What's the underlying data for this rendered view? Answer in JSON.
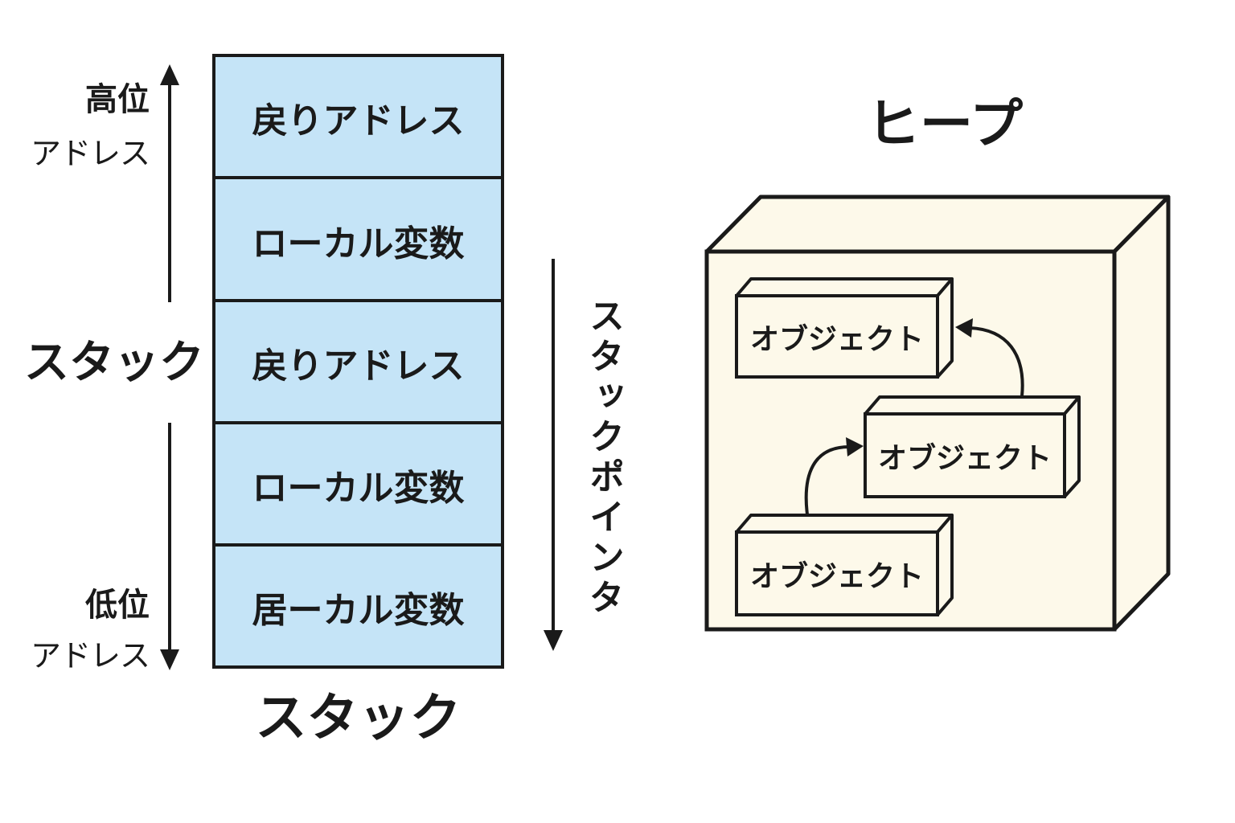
{
  "stack": {
    "side_label": "スタック",
    "bottom_label": "スタック",
    "high_label": "高位",
    "high_sub": "アドレス",
    "low_label": "低位",
    "low_sub": "アドレス",
    "pointer_label": "スタックポインタ",
    "cells": [
      "戻りアドレス",
      "ローカル変数",
      "戻りアドレス",
      "ローカル変数",
      "居ーカル変数"
    ],
    "cell_color": "#c5e4f7"
  },
  "heap": {
    "title": "ヒープ",
    "box_color": "#fdf9ea",
    "objects": [
      "オブジェクト",
      "オブジェクト",
      "オブジェクト"
    ]
  }
}
